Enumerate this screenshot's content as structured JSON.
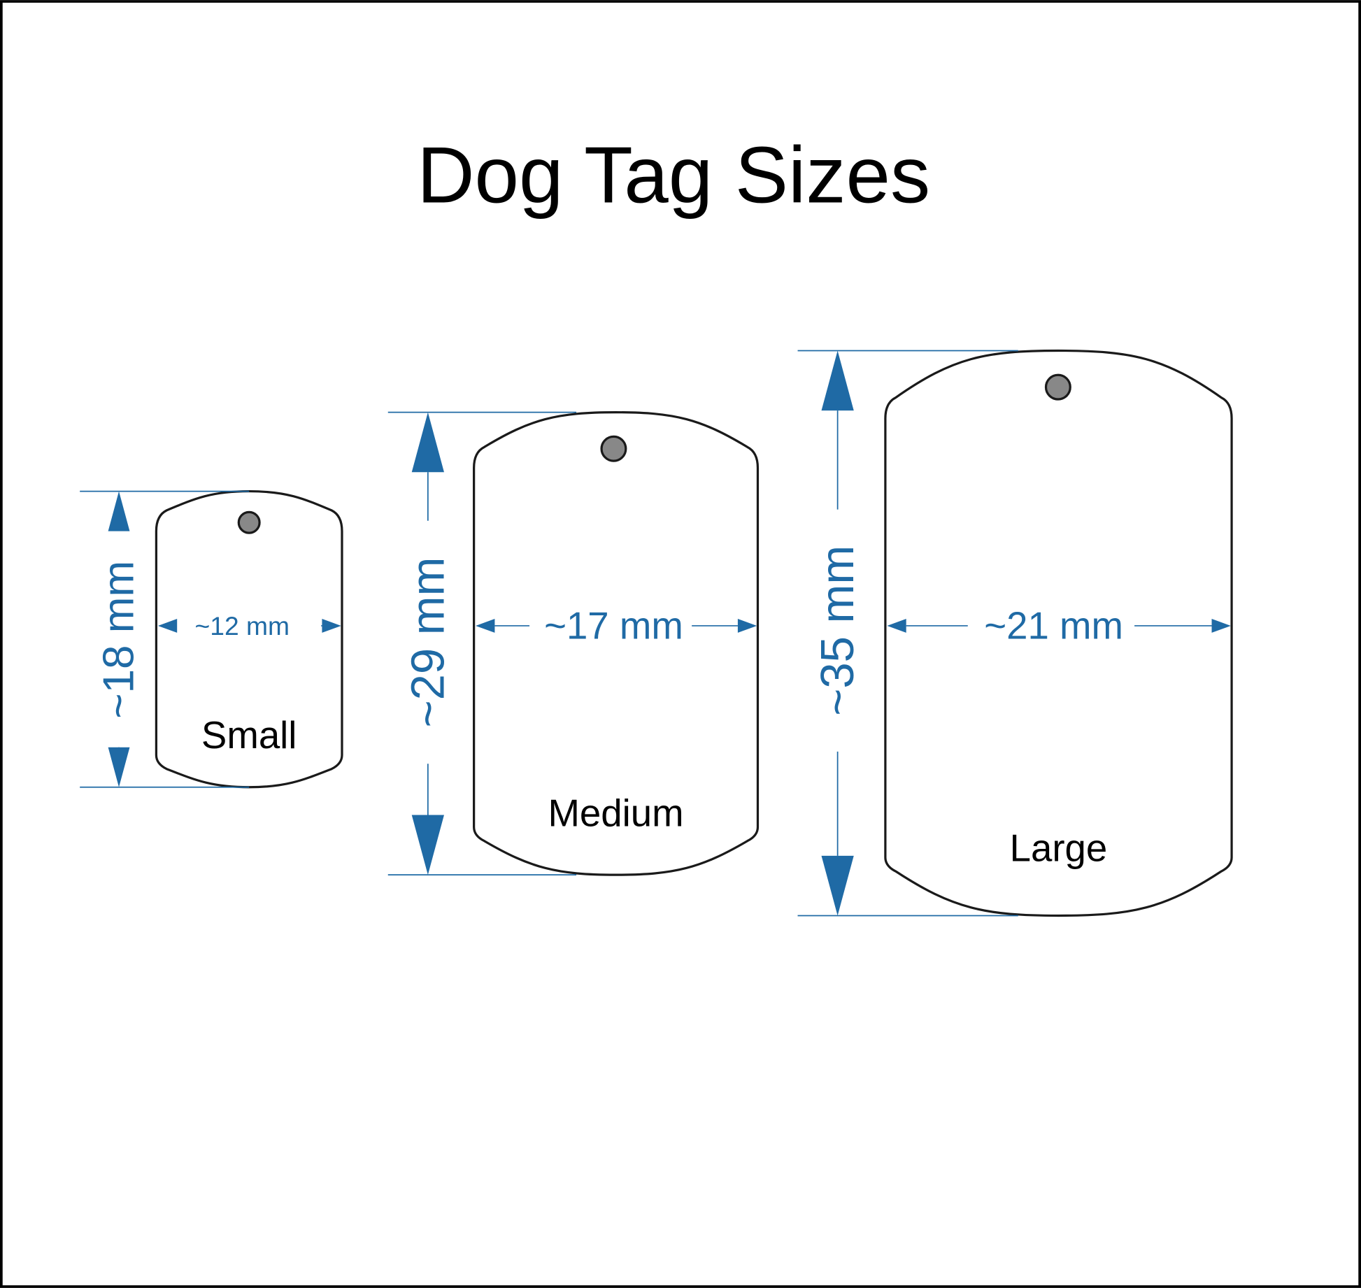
{
  "title": "Dog Tag Sizes",
  "colors": {
    "dimension": "#1f6aa5",
    "outline": "#1a1a1a",
    "hole": "#888888"
  },
  "tags": [
    {
      "name": "Small",
      "height_label": "~18 mm",
      "width_label": "~12 mm"
    },
    {
      "name": "Medium",
      "height_label": "~29 mm",
      "width_label": "~17 mm"
    },
    {
      "name": "Large",
      "height_label": "~35 mm",
      "width_label": "~21 mm"
    }
  ]
}
